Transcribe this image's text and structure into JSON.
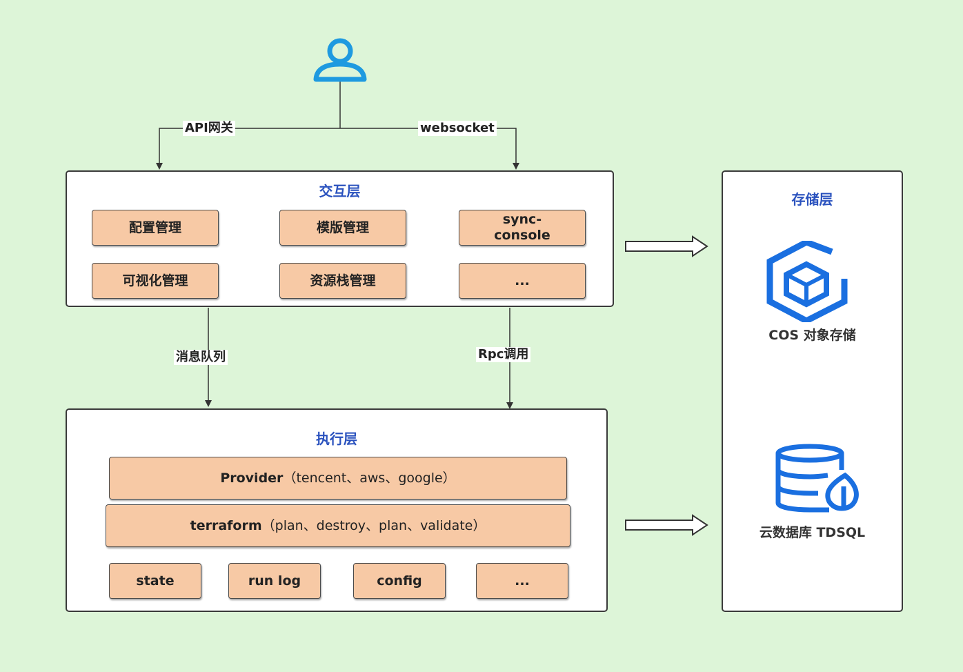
{
  "edges": {
    "api_gateway": "API网关",
    "websocket": "websocket",
    "message_queue": "消息队列",
    "rpc_call": "Rpc调用"
  },
  "interaction_layer": {
    "title": "交互层",
    "modules": [
      "配置管理",
      "模版管理",
      "sync-\nconsole",
      "可视化管理",
      "资源栈管理",
      "..."
    ]
  },
  "execution_layer": {
    "title": "执行层",
    "provider": {
      "name": "Provider",
      "detail": "（tencent、aws、google）"
    },
    "terraform": {
      "name": "terraform",
      "detail": "（plan、destroy、plan、validate）"
    },
    "items": [
      "state",
      "run log",
      "config",
      "..."
    ]
  },
  "storage_layer": {
    "title": "存储层",
    "cos_label": "COS 对象存储",
    "db_label": "云数据库 TDSQL"
  },
  "icons": {
    "user": "user-icon",
    "cos": "cos-cube-icon",
    "db": "database-icon"
  },
  "colors": {
    "background": "#ddf5d8",
    "box_fill": "#f7c9a5",
    "title": "#2a52be",
    "icon_blue": "#1a6fe0",
    "user_blue": "#1e9ae0"
  }
}
